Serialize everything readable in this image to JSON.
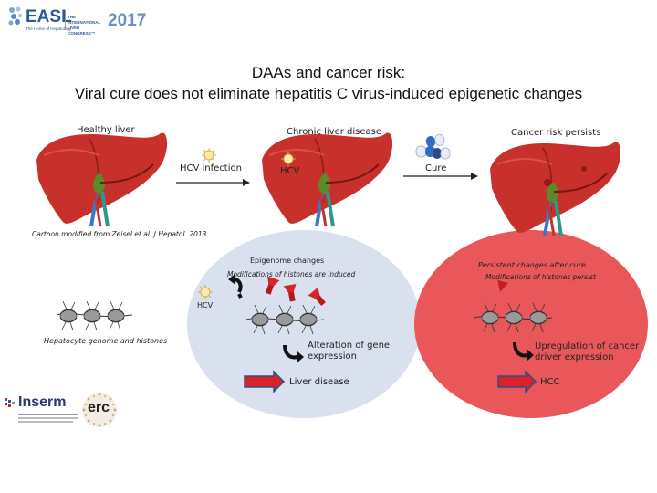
{
  "header": {
    "logo_text": "EASL",
    "logo_tagline": "The Home of Hepatology",
    "congress_text": "THE INTERNATIONAL LIVER CONGRESS™",
    "year": "2017"
  },
  "title": {
    "line1": "DAAs and cancer risk:",
    "line2": "Viral cure does not eliminate hepatitis C virus-induced epigenetic changes"
  },
  "stages": {
    "healthy": "Healthy liver",
    "chronic": "Chronic liver disease",
    "cancer_risk": "Cancer risk persists"
  },
  "arrows": {
    "hcv_infection": "HCV infection",
    "cure": "Cure"
  },
  "liver_labels": {
    "hcv": "HCV"
  },
  "cartoon_credit": "Cartoon modified from Zeisel et al. J.Hepatol. 2013",
  "panels": {
    "left": {
      "caption": "Hepatocyte genome and histones"
    },
    "middle": {
      "heading": "Epigenome changes",
      "subheading": "Modifications of histones are induced",
      "hcv_label": "HCV",
      "effect": "Alteration of gene expression",
      "outcome": "Liver disease"
    },
    "right": {
      "heading": "Persistent changes after cure",
      "subheading": "Modifications of histones persist",
      "effect": "Upregulation of cancer driver expression",
      "outcome": "HCC"
    }
  },
  "footer_logos": {
    "inserm": "Inserm",
    "erc": "erc"
  },
  "colors": {
    "liver": "#c8302c",
    "liver_dark": "#8e1c18",
    "middle_panel": "#d9e1ef",
    "right_panel": "#e9575a",
    "arrow_red": "#d8232a",
    "arrow_blue": "#2f4d8a",
    "easl_blue": "#2a5a96",
    "year_blue": "#6d8fc4"
  }
}
